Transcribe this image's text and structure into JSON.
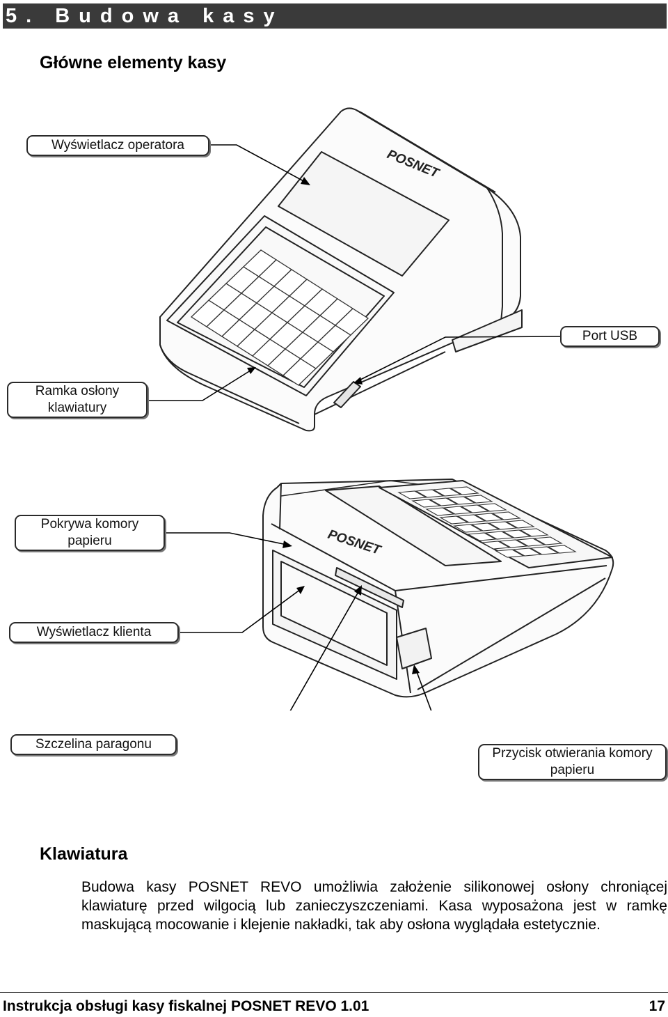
{
  "header": {
    "chapter_title": "5. Budowa kasy"
  },
  "sections": {
    "main_elements_title": "Główne elementy kasy",
    "keyboard_title": "Klawiatura"
  },
  "callouts": {
    "operator_display": "Wyświetlacz operatora",
    "usb_port": "Port USB",
    "keyboard_frame_line1": "Ramka osłony",
    "keyboard_frame_line2": "klawiatury",
    "paper_cover_line1": "Pokrywa komory",
    "paper_cover_line2": "papieru",
    "customer_display": "Wyświetlacz klienta",
    "receipt_slot": "Szczelina paragonu",
    "open_button_line1": "Przycisk otwierania komory",
    "open_button_line2": "papieru"
  },
  "device_logos": {
    "top_logo": "POSNET",
    "front_logo": "POSNET"
  },
  "body": {
    "keyboard_paragraph": "Budowa kasy POSNET REVO umożliwia założenie silikonowej osłony chroniącej klawiaturę przed wilgocią lub zanieczyszczeniami. Kasa wyposażona jest w ramkę maskującą mocowanie i klejenie nakładki, tak aby osłona wyglądała estetycznie."
  },
  "footer": {
    "manual_title": "Instrukcja obsługi kasy fiskalnej POSNET REVO 1.01",
    "page_number": "17"
  }
}
